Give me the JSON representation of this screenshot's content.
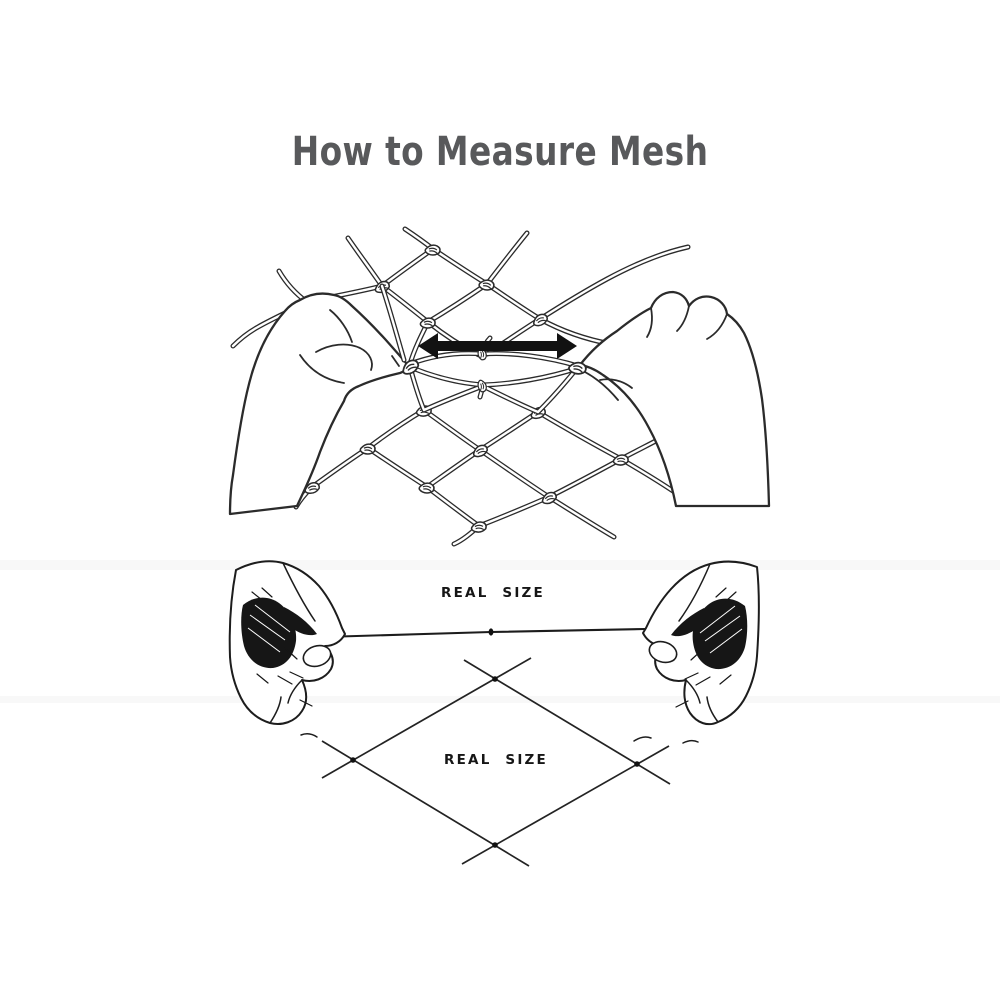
{
  "page": {
    "background": "#ffffff"
  },
  "title": {
    "text": "How to Measure Mesh",
    "color": "#58595b"
  },
  "top_figure": {
    "name": "hands-stretching-net-mesh",
    "arrow_icon": "double-headed-horizontal-arrow",
    "arrow_color": "#121212",
    "line_color": "#2b2b2b"
  },
  "bottom_figure": {
    "name": "stretched-mesh-real-size",
    "string_label": "REAL SIZE",
    "diamond_label": "REAL SIZE",
    "label_color": "#161616",
    "line_color": "#232323"
  }
}
